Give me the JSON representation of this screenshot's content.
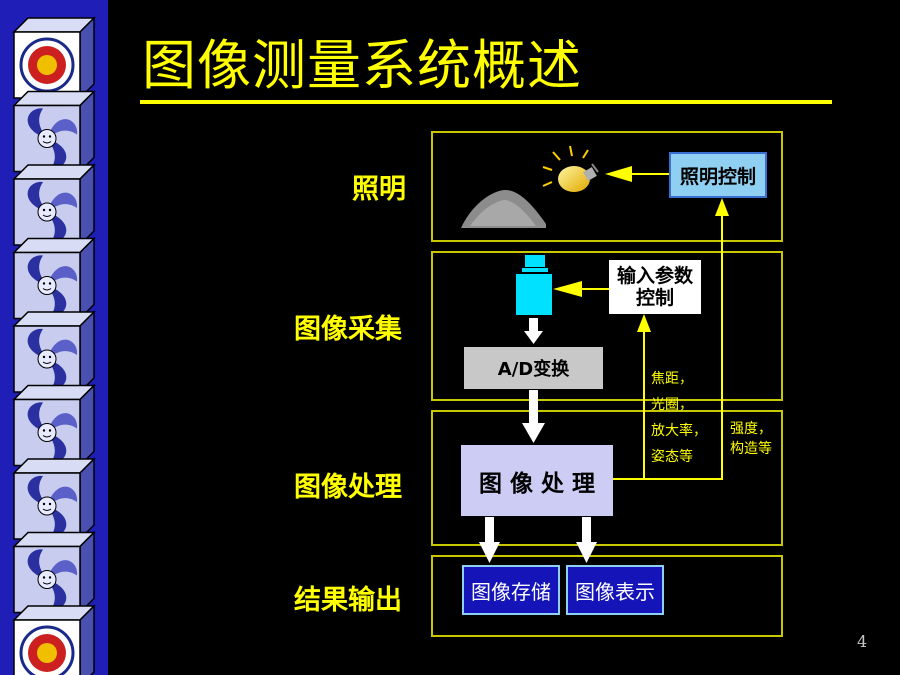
{
  "slide": {
    "title": "图像测量系统概述",
    "page_number": "4",
    "colors": {
      "accent": "#ffff00",
      "sidebar": "#1f1fb8",
      "background": "#000000"
    }
  },
  "sections": {
    "lighting": "照明",
    "acquisition": "图像采集",
    "processing": "图像处理",
    "output": "结果输出"
  },
  "boxes": {
    "lighting_control": "照明控制",
    "input_params_l1": "输入参数",
    "input_params_l2": "控制",
    "ad_convert": "A/D变换",
    "image_processing": "图 像 处 理",
    "image_storage": "图像存储",
    "image_display": "图像表示"
  },
  "notes": {
    "params_l1": "焦距，",
    "params_l2": "光圈，",
    "params_l3": "放大率，",
    "params_l4": "姿态等",
    "light_l1": "强度，",
    "light_l2": "构造等"
  },
  "icons": [
    "light-bulb-icon",
    "sample-pile-icon",
    "camera-icon",
    "university-logo-icon",
    "smiley-cube-icon"
  ]
}
